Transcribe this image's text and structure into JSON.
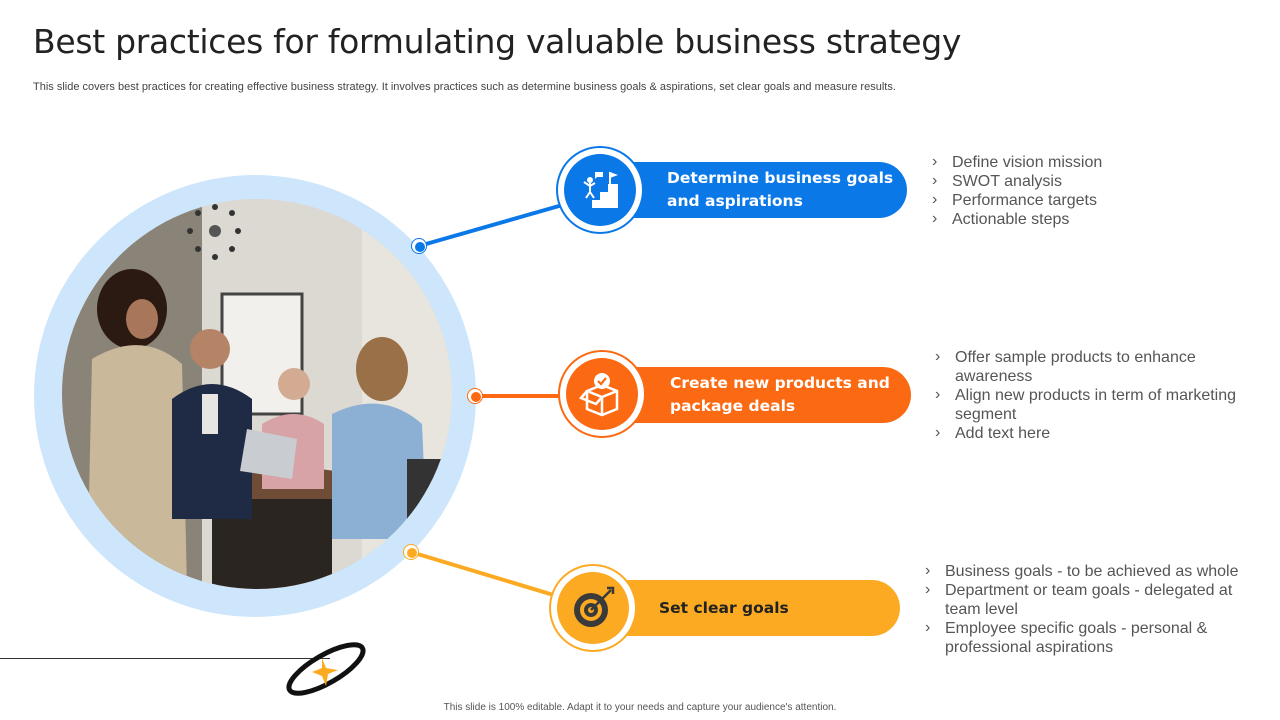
{
  "title": "Best practices for formulating valuable business strategy",
  "subtitle": "This slide covers best practices for creating effective business strategy. It involves practices such as determine business goals & aspirations, set clear goals and measure results.",
  "footer": "This slide is 100% editable. Adapt it to your needs and capture your audience's attention.",
  "colors": {
    "blue": "#0b78e8",
    "orange": "#fb6a12",
    "yellow": "#fbaa22",
    "ring": "#cde6fb"
  },
  "items": [
    {
      "label": "Determine business goals\nand aspirations",
      "icon": "goal-stairs-icon",
      "bullets": [
        "Define vision mission",
        "SWOT analysis",
        "Performance targets",
        "Actionable steps"
      ]
    },
    {
      "label": "Create new products and\npackage deals",
      "icon": "product-box-icon",
      "bullets": [
        "Offer sample products to enhance awareness",
        "Align new products in term of marketing segment",
        "Add text here"
      ]
    },
    {
      "label": "Set clear goals",
      "icon": "target-icon",
      "bullets": [
        "Business goals - to be achieved as whole",
        "Department or team goals - delegated at team level",
        "Employee specific goals - personal & professional aspirations"
      ]
    }
  ]
}
